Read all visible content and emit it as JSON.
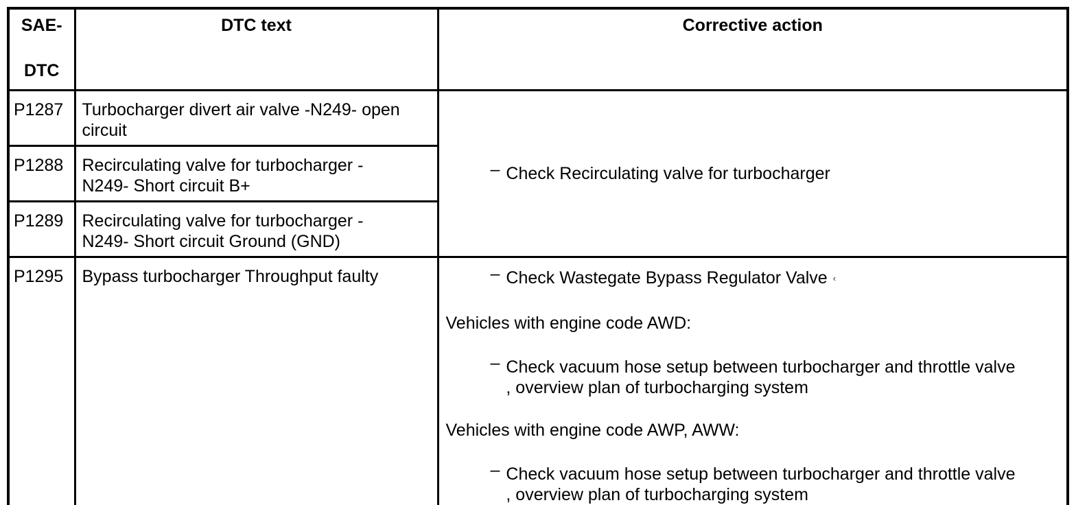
{
  "colors": {
    "text": "#000000",
    "background": "#ffffff",
    "border": "#000000"
  },
  "table": {
    "headers": {
      "sae_dtc_line1": "SAE-",
      "sae_dtc_line2": "DTC",
      "dtc_text": "DTC text",
      "corrective_action": "Corrective action"
    },
    "bullet_dash": "–",
    "rows": [
      {
        "code": "P1287",
        "text": "Turbocharger divert air valve -N249- open\ncircuit"
      },
      {
        "code": "P1288",
        "text": "Recirculating valve for turbocharger -\nN249- Short circuit B+"
      },
      {
        "code": "P1289",
        "text": "Recirculating valve for turbocharger -\nN249- Short circuit Ground (GND)"
      },
      {
        "code": "P1295",
        "text": "Bypass turbocharger Throughput faulty"
      }
    ],
    "merged_action": {
      "bullet": "Check Recirculating valve for turbocharger"
    },
    "p1295_action": {
      "bullet1": "Check Wastegate Bypass Regulator Valve",
      "bullet1_mark": "‹",
      "heading1": "Vehicles with engine code AWD:",
      "bullet2": "Check vacuum hose setup between turbocharger and throttle valve\n, overview plan of turbocharging system",
      "heading2": "Vehicles with engine code AWP, AWW:",
      "bullet3": "Check vacuum hose setup between turbocharger and throttle valve\n, overview plan of turbocharging system"
    }
  }
}
